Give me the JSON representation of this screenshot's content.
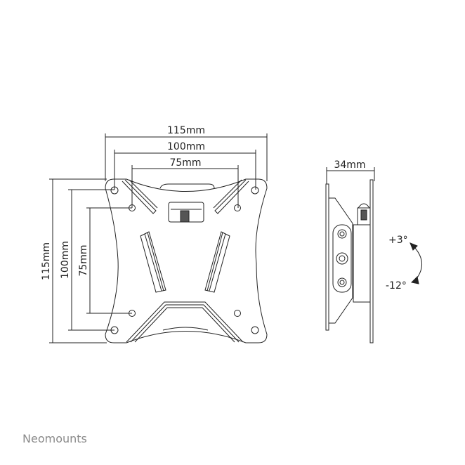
{
  "front_view": {
    "dim_width_outer": "115mm",
    "dim_width_mid": "100mm",
    "dim_width_inner": "75mm",
    "dim_height_outer": "115mm",
    "dim_height_mid": "100mm",
    "dim_height_inner": "75mm"
  },
  "side_view": {
    "dim_depth": "34mm",
    "tilt_up": "+3°",
    "tilt_down": "-12°"
  },
  "brand": "Neomounts",
  "colors": {
    "line": "#222222",
    "brand": "#8a8a8a"
  }
}
